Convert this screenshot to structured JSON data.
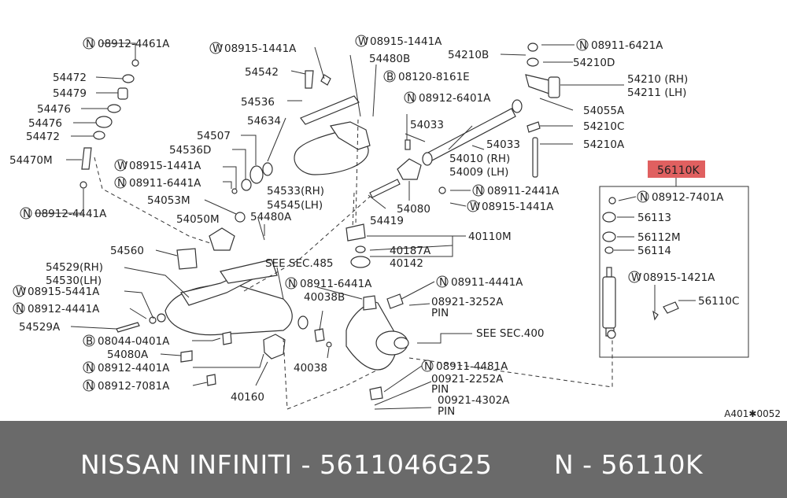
{
  "highlight_label": "56110K",
  "labels": {
    "n08912_4461A": "08912-4461A",
    "p54472a": "54472",
    "p54479": "54479",
    "p54476a": "54476",
    "p54476b": "54476",
    "p54472b": "54472",
    "p54470M": "54470M",
    "n08912_4441A": "08912-4441A",
    "w08915_1441A_top": "08915-1441A",
    "p54542": "54542",
    "p54536": "54536",
    "p54634": "54634",
    "p54507": "54507",
    "p54536D": "54536D",
    "w08915_1441A_mid": "08915-1441A",
    "n08911_6441A_mid": "08911-6441A",
    "p54053M": "54053M",
    "p54050M": "54050M",
    "p54480A": "54480A",
    "p54533": "54533(RH)",
    "p54545": "54545(LH)",
    "w08915_1441A_right": "08915-1441A",
    "p54480B": "54480B",
    "b08120_8161E": "08120-8161E",
    "n08912_6401A": "08912-6401A",
    "p54033a": "54033",
    "p54033b": "54033",
    "p54010": "54010 (RH)",
    "p54009": "54009 (LH)",
    "n08911_2441A": "08911-2441A",
    "w08915_1441A_low": "08915-1441A",
    "p54080": "54080",
    "p54419": "54419",
    "n08911_6421A": "08911-6421A",
    "p54210B": "54210B",
    "p54210D": "54210D",
    "p54210": "54210 (RH)",
    "p54211": "54211 (LH)",
    "p54055A": "54055A",
    "p54210C": "54210C",
    "p54210A": "54210A",
    "n08912_7401A": "08912-7401A",
    "p56113": "56113",
    "p56112M": "56112M",
    "p56114": "56114",
    "w08915_1421A": "08915-1421A",
    "p56110C": "56110C",
    "p40110M": "40110M",
    "p40187A": "40187A",
    "p40142": "40142",
    "p54560": "54560",
    "see485": "SEE SEC.485",
    "p54529": "54529(RH)",
    "p54530": "54530(LH)",
    "w08915_5441A": "08915-5441A",
    "n08912_4441A_low": "08912-4441A",
    "p54529A": "54529A",
    "b08044_0401A": "08044-0401A",
    "p54080A": "54080A",
    "n08912_4401A": "08912-4401A",
    "n08912_7081A": "08912-7081A",
    "p40160": "40160",
    "n08911_6441A_low": "08911-6441A",
    "p40038B": "40038B",
    "p40038": "40038",
    "n08911_4441A": "08911-4441A",
    "p08921_3252A": "08921-3252A",
    "pin1": "PIN",
    "see400": "SEE SEC.400",
    "n08911_4481A": "08911-4481A",
    "p00921_2252A": "00921-2252A",
    "pin2": "PIN",
    "p00921_4302A": "00921-4302A",
    "pin3": "PIN"
  },
  "reference_code": "A401✱0052",
  "footer": {
    "brand": "NISSAN  INFINITI - 5611046G25",
    "code": "N - 56110K"
  },
  "colors": {
    "highlight": "#e06060",
    "footer_bg": "#6a6a6a"
  }
}
